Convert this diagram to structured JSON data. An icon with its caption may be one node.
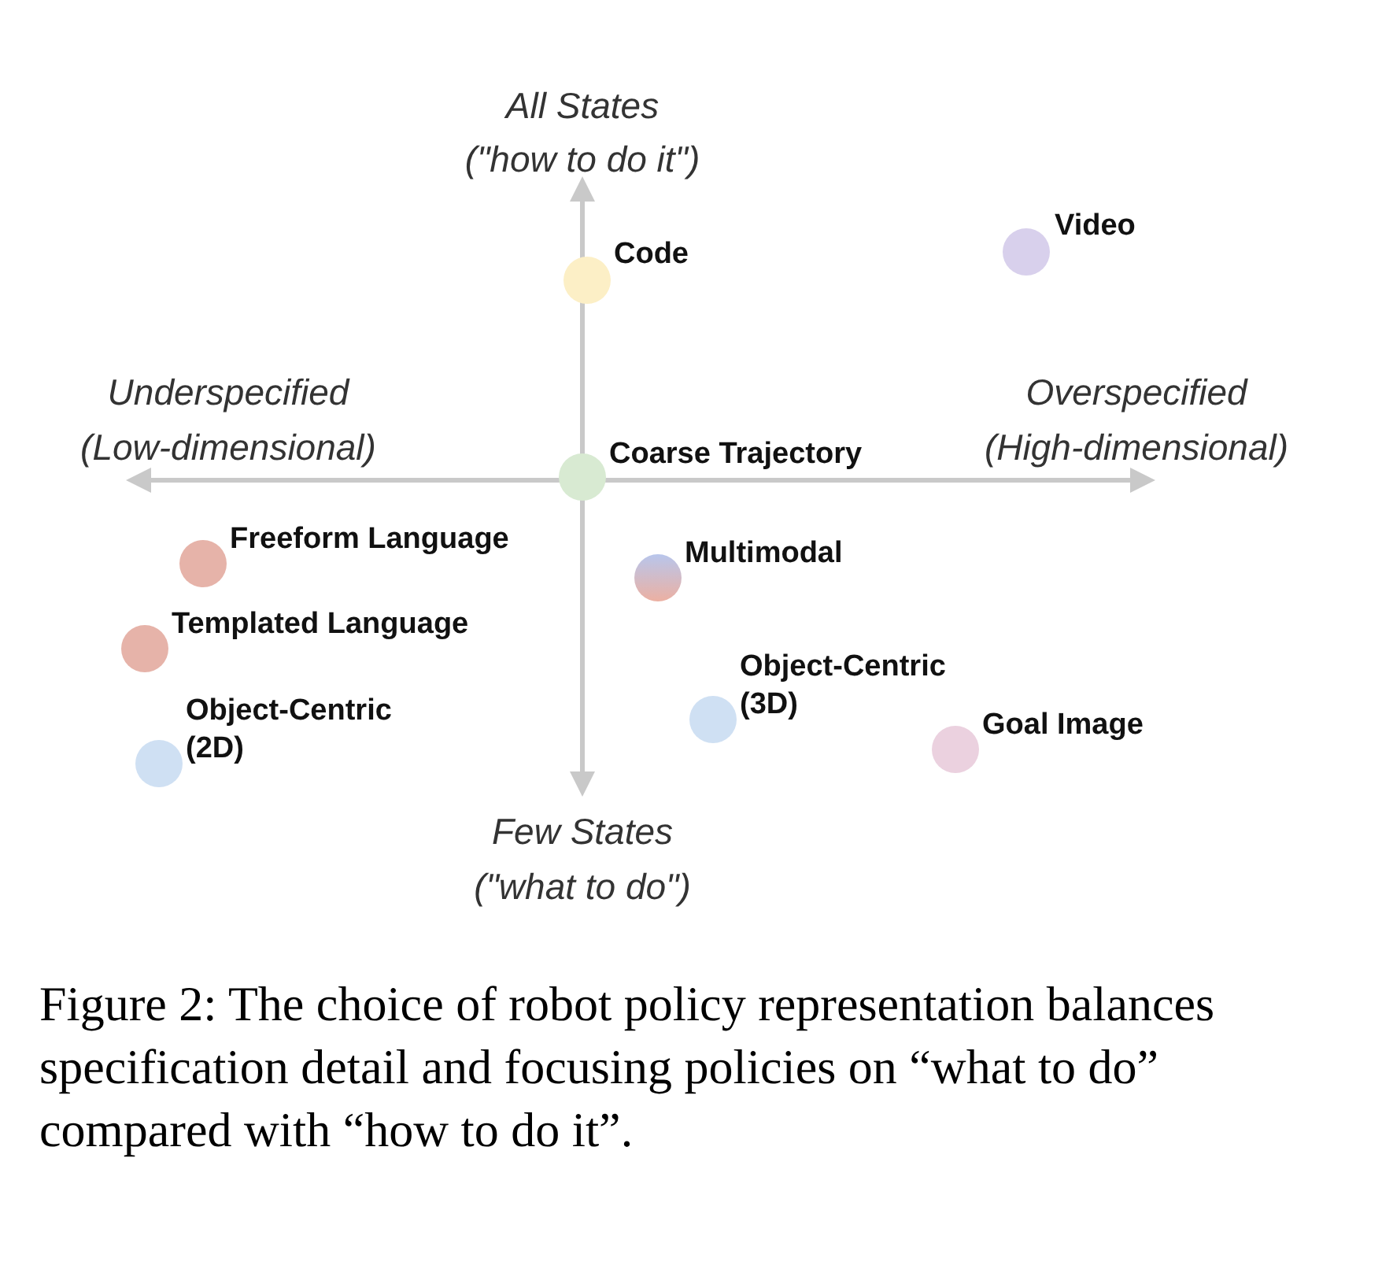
{
  "diagram": {
    "caption": "Figure 2: The choice of robot policy representation balances specification detail and focusing policies on “what to do” compared with “how to do it”.",
    "nodes": [
      {
        "text": [],
        "shape": "circle",
        "beside": [
          "Code"
        ]
      },
      {
        "text": [],
        "shape": "circle",
        "beside": [
          "Video"
        ]
      },
      {
        "text": [],
        "shape": "circle",
        "beside": [
          "Coarse Trajectory"
        ]
      },
      {
        "text": [],
        "shape": "circle",
        "beside": [
          "Freeform Language"
        ]
      },
      {
        "text": [],
        "shape": "circle",
        "beside": [
          "Multimodal"
        ]
      },
      {
        "text": [],
        "shape": "circle",
        "beside": [
          "Templated Language"
        ]
      },
      {
        "text": [],
        "shape": "circle",
        "beside": [
          "Object-Centric (3D)"
        ]
      },
      {
        "text": [],
        "shape": "circle",
        "beside": [
          "Goal Image"
        ]
      },
      {
        "text": [],
        "shape": "circle",
        "beside": [
          "Object-Centric (2D)"
        ]
      }
    ],
    "edges": [],
    "labels": [
      "All States",
      "(\"how to do it\")",
      "Underspecified",
      "(Low-dimensional)",
      "Overspecified",
      "(High-dimensional)",
      "Few States",
      "(\"what to do\")"
    ]
  }
}
